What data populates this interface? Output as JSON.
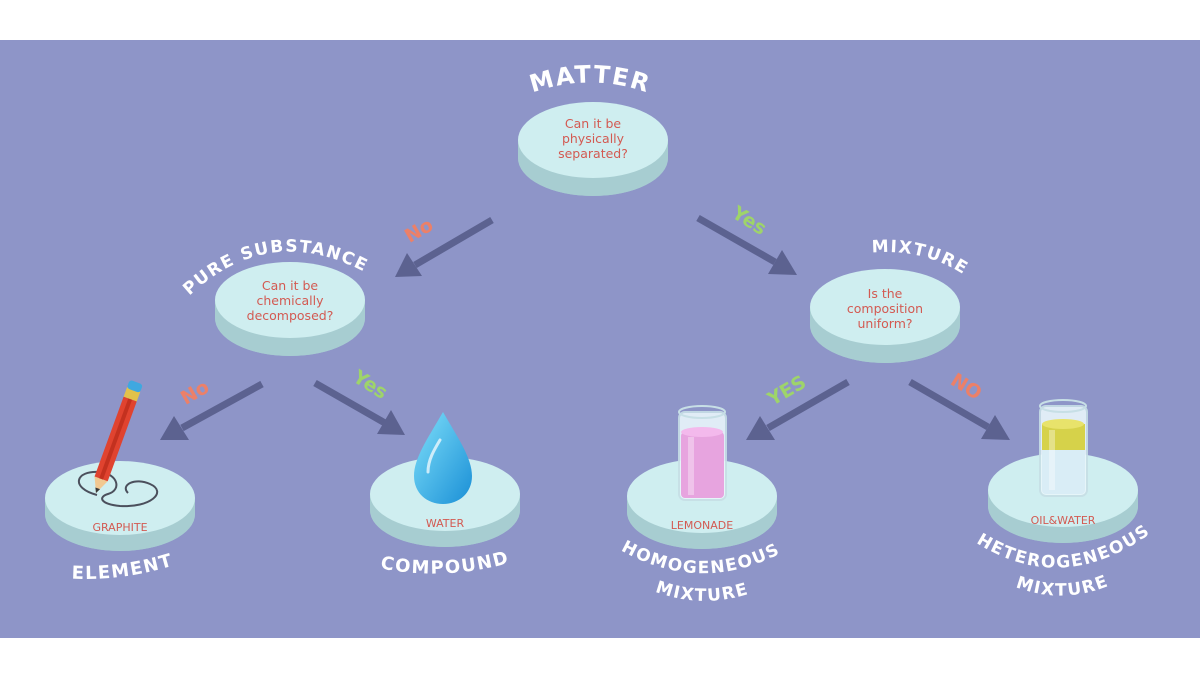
{
  "matter": {
    "title": "MATTER",
    "question": [
      "Can it be",
      "physically",
      "separated?"
    ]
  },
  "pure_substance": {
    "title": "PURE SUBSTANCE",
    "question": [
      "Can it be",
      "chemically",
      "decomposed?"
    ]
  },
  "mixture": {
    "title": "MIXTURE",
    "question": [
      "Is the",
      "composition",
      "uniform?"
    ]
  },
  "branches": {
    "matter_no": "No",
    "matter_yes": "Yes",
    "pure_no": "No",
    "pure_yes": "Yes",
    "mixture_yes": "YES",
    "mixture_no": "NO"
  },
  "element": {
    "title": "ELEMENT",
    "example": "GRAPHITE",
    "icon": "pencil-icon"
  },
  "compound": {
    "title": "COMPOUND",
    "example": "WATER",
    "icon": "water-drop-icon"
  },
  "homogeneous": {
    "title_line1": "HOMOGENEOUS",
    "title_line2": "MIXTURE",
    "example": "LEMONADE",
    "icon": "glass-lemonade-icon"
  },
  "heterogeneous": {
    "title_line1": "HETEROGENEOUS",
    "title_line2": "MIXTURE",
    "example": "OIL&WATER",
    "icon": "glass-oil-water-icon"
  },
  "colors": {
    "background": "#8e95c8",
    "disc_top": "#cfeef0",
    "disc_side": "#a7cdd1",
    "question_text": "#d35a52",
    "no_text": "#ec8068",
    "yes_text": "#9ed46a",
    "arrow": "#5c6290"
  }
}
